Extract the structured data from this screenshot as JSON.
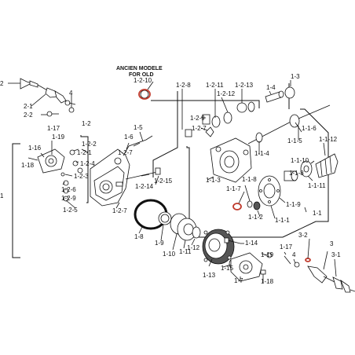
{
  "labels": {
    "ancien_modele": "ANCIEN MODELE",
    "for_old": "FOR OLD",
    "p_1_2_10": "1-2-10",
    "p_2": "2",
    "p_2_1": "2-1",
    "p_2_2": "2-2",
    "p_4": "4",
    "p_1": "1",
    "p_1_2": "1-2",
    "p_1_3": "1-3",
    "p_1_4": "1-4",
    "p_1_5": "1-5",
    "p_1_6": "1-6",
    "p_1_7": "1-7",
    "p_1_8": "1-8",
    "p_1_9": "1-9",
    "p_1_10": "1-10",
    "p_1_11": "1-11",
    "p_1_12": "1-12",
    "p_1_13": "1-13",
    "p_1_14": "1-14",
    "p_1_15": "1-15",
    "p_1_16": "1-16",
    "p_1_17": "1-17",
    "p_1_18": "1-18",
    "p_1_19": "1-19",
    "p_1_2_1": "1-2-1",
    "p_1_2_2": "1-2-2",
    "p_1_2_3": "1-2-3",
    "p_1_2_4": "1-2-4",
    "p_1_2_5": "1-2-5",
    "p_1_2_6": "1-2-6",
    "p_1_2_7": "1-2-7",
    "p_1_2_8": "1-2-8",
    "p_1_2_9": "1-2-9",
    "p_1_2_11": "1-2-11",
    "p_1_2_12": "1-2-12",
    "p_1_2_13": "1-2-13",
    "p_1_2_14": "1-2-14",
    "p_1_2_15": "1-2-15",
    "p_1_1": "1-1",
    "p_1_1_1": "1-1-1",
    "p_1_1_2": "1-1-2",
    "p_1_1_3": "1-1-3",
    "p_1_1_4": "1-1-4",
    "p_1_1_5": "1-1-5",
    "p_1_1_6": "1-1-6",
    "p_1_1_7": "1-1-7",
    "p_1_1_8": "1-1-8",
    "p_1_1_9": "1-1-9",
    "p_1_1_10": "1-1-10",
    "p_1_1_11": "1-1-11",
    "p_1_1_12": "1-1-12",
    "p_3": "3",
    "p_3_1": "3-1",
    "p_3_2": "3-2"
  },
  "colors": {
    "line": "#111111",
    "o_ring_highlight": "#c0392b",
    "background": "#ffffff"
  }
}
